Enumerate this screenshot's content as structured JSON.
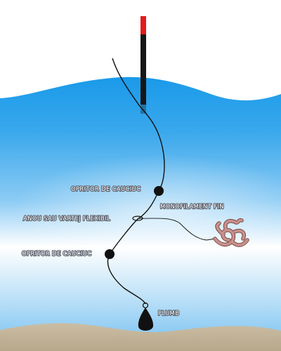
{
  "labels": {
    "upper_stopper": "OPRITOR DE CAUCIUC",
    "swivel": "ANOU SAU VARTEJ FLEXIBIL",
    "leader": "MONOFILAMENT FIN",
    "lower_stopper": "OPRITOR DE CAUCIUC",
    "weight": "PLUMB"
  },
  "colors": {
    "sky": "#ffffff",
    "water_top": "#1296e8",
    "water_bottom": "#ffffff",
    "seabed": "#c2b49a",
    "float_tip": "#e21b1b",
    "float_body": "#161616",
    "line": "#111111"
  },
  "icons": {
    "bait": "worm-bait-icon",
    "weight": "lead-weight-icon",
    "stopper": "rubber-stopper-bead",
    "float": "float-icon"
  }
}
